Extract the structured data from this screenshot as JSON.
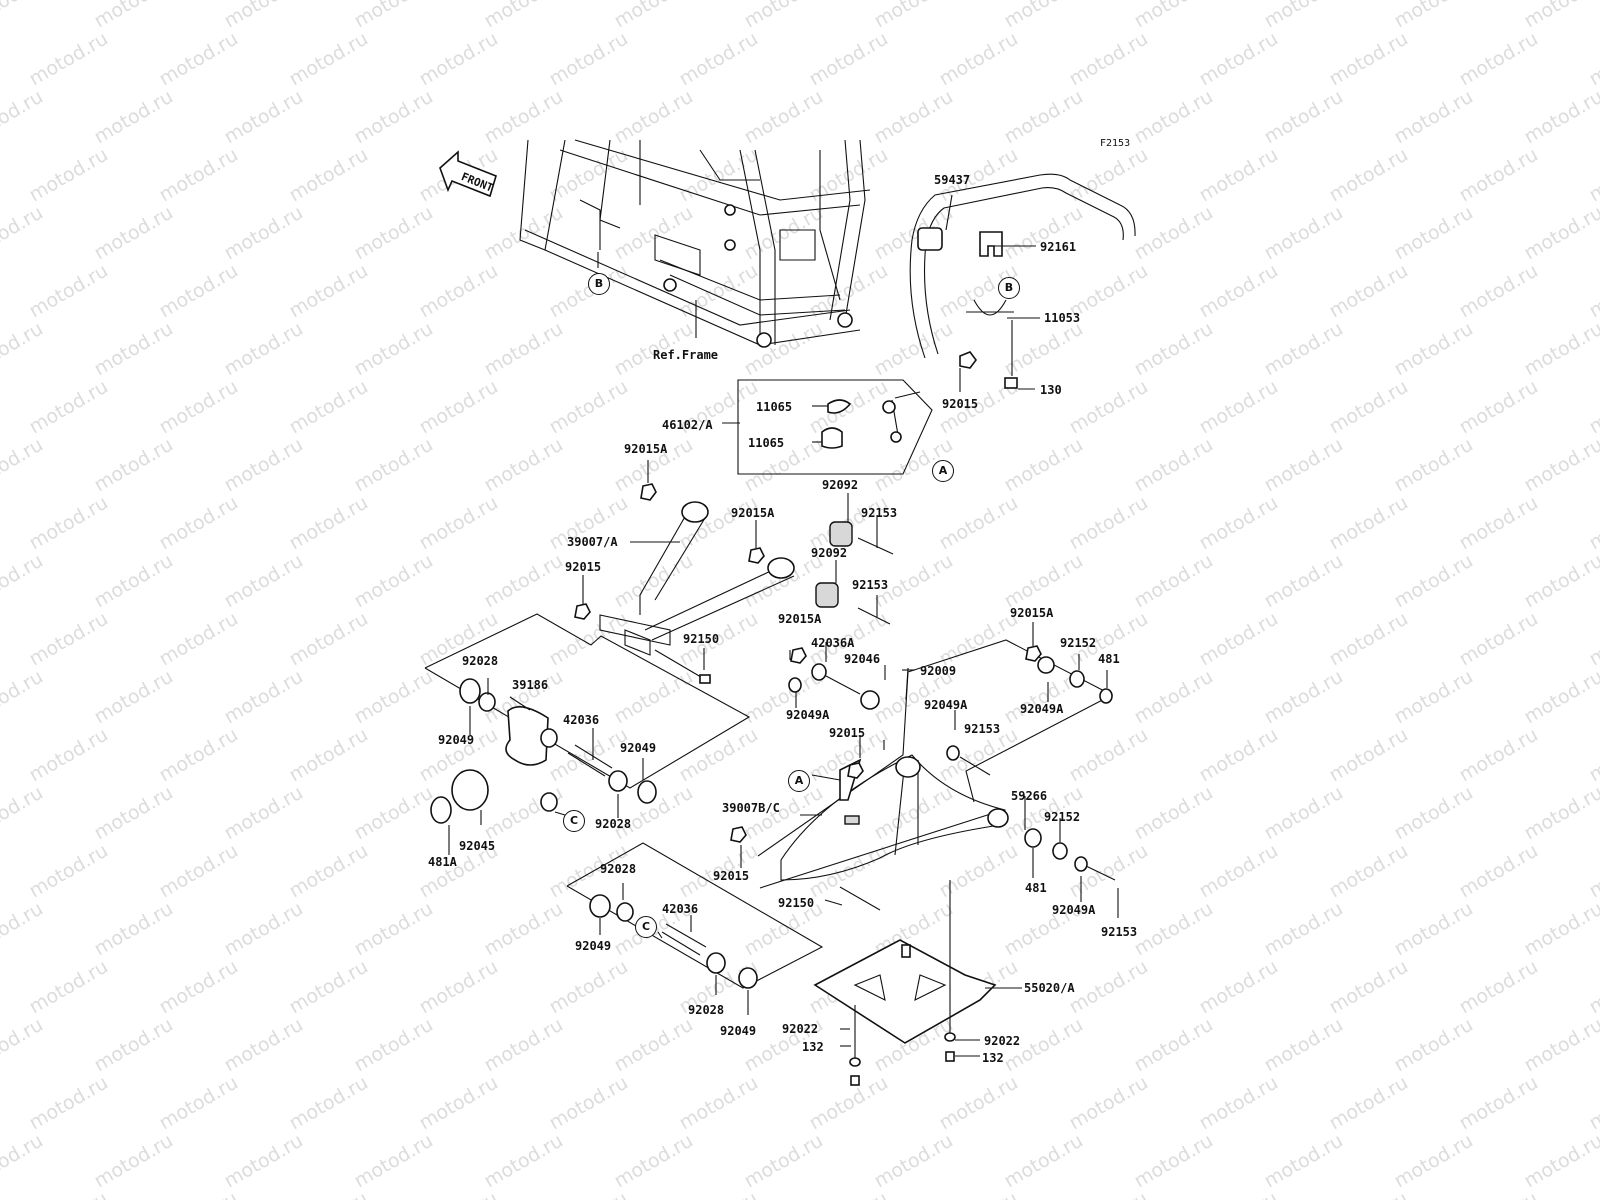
{
  "figure_code": "F2153",
  "front_arrow_label": "FRONT",
  "watermark_text": "motod.ru",
  "ref_frame_label": "Ref.Frame",
  "callouts": {
    "a": "A",
    "b": "B",
    "c": "C"
  },
  "parts": {
    "p59437": "59437",
    "p92161": "92161",
    "p11053": "11053",
    "p130": "130",
    "p92015_top": "92015",
    "p11065_a": "11065",
    "p11065_b": "11065",
    "p46102": "46102/A",
    "p92015A_1": "92015A",
    "p92092_1": "92092",
    "p92153_1": "92153",
    "p39007A": "39007/A",
    "p92015A_2": "92015A",
    "p92092_2": "92092",
    "p92015_mid": "92015",
    "p92153_2": "92153",
    "p92015A_3": "92015A",
    "p92150_1": "92150",
    "p42036A": "42036A",
    "p92046": "92046",
    "p92009": "92009",
    "p92015A_4": "92015A",
    "p92152_1": "92152",
    "p481_1": "481",
    "p92049A_1": "92049A",
    "p92049A_2": "92049A",
    "p92028_1": "92028",
    "p39186": "39186",
    "p92049_1": "92049",
    "p42036_1": "42036",
    "p92049_2": "92049",
    "p92049A_3": "92049A",
    "p92015_low": "92015",
    "p92153_3": "92153",
    "p59266": "59266",
    "p92028_2": "92028",
    "p92045": "92045",
    "p481A": "481A",
    "p39007BC": "39007B/C",
    "p92152_2": "92152",
    "p92015_bot": "92015",
    "p481_2": "481",
    "p92049A_4": "92049A",
    "p92150_2": "92150",
    "p92153_4": "92153",
    "p92028_3": "92028",
    "p42036_2": "42036",
    "p92049_3": "92049",
    "p55020A": "55020/A",
    "p92028_4": "92028",
    "p92049_4": "92049",
    "p92022_1": "92022",
    "p132_1": "132",
    "p92022_2": "92022",
    "p132_2": "132"
  }
}
